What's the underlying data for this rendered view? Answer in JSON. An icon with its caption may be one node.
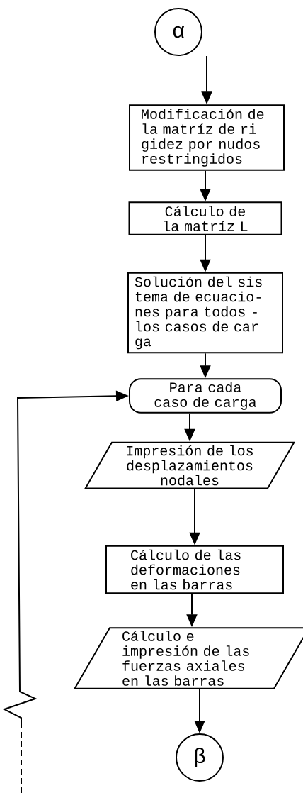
{
  "diagram": {
    "nodes": [
      {
        "text": [
          "α"
        ]
      },
      {
        "text": [
          "Modificación de la matríz de ri gidez por nudos restringidos"
        ]
      },
      {
        "text": [
          "Cálculo de la matríz L"
        ]
      },
      {
        "text": [
          "Solución del sis tema de ecuacio- nes para todos - los casos de car ga"
        ]
      },
      {
        "text": [
          "Para cada caso de carga"
        ]
      },
      {
        "text": [
          "Impresión de los desplazamientos nodales"
        ]
      },
      {
        "text": [
          "Cálculo de las deformaciones en las barras"
        ]
      },
      {
        "text": [
          "Cálculo e impresión de las fuerzas axiales en las barras"
        ]
      },
      {
        "text": [
          "β"
        ]
      }
    ],
    "edges": [
      {
        "from": 0,
        "to": 1,
        "arrow": "to"
      },
      {
        "from": 1,
        "to": 2,
        "arrow": "to"
      },
      {
        "from": 2,
        "to": 3,
        "arrow": "to"
      },
      {
        "from": 3,
        "to": 4,
        "arrow": "to"
      },
      {
        "from": 4,
        "to": 5,
        "arrow": "to"
      },
      {
        "from": 5,
        "to": 6,
        "arrow": "to"
      },
      {
        "from": 6,
        "to": 7,
        "arrow": "to"
      },
      {
        "from": 7,
        "to": 8,
        "arrow": "to"
      },
      {
        "from": null,
        "to": 4,
        "arrow": "to"
      }
    ]
  }
}
